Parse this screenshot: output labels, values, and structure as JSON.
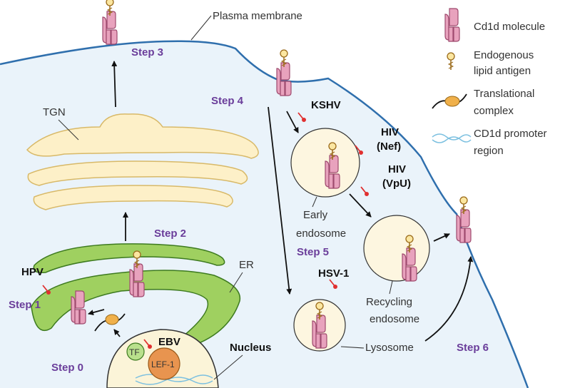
{
  "labels": {
    "plasma_membrane": "Plasma membrane",
    "tgn": "TGN",
    "er": "ER",
    "nucleus": "Nucleus",
    "tf": "TF",
    "lef1": "LEF-1",
    "early_endosome_1": "Early",
    "early_endosome_2": "endosome",
    "recycling_endosome_1": "Recycling",
    "recycling_endosome_2": "endosome",
    "lysosome": "Lysosome"
  },
  "steps": {
    "step0": "Step 0",
    "step1": "Step 1",
    "step2": "Step 2",
    "step3": "Step 3",
    "step4": "Step 4",
    "step5": "Step 5",
    "step6": "Step 6"
  },
  "viruses": {
    "hpv": "HPV",
    "ebv": "EBV",
    "kshv": "KSHV",
    "hiv_nef_1": "HIV",
    "hiv_nef_2": "(Nef)",
    "hiv_vpu_1": "HIV",
    "hiv_vpu_2": "(VpU)",
    "hsv1": "HSV-1"
  },
  "legend": {
    "cd1d": "Cd1d molecule",
    "lipid_1": "Endogenous",
    "lipid_2": "lipid antigen",
    "translational_1": "Translational",
    "translational_2": "complex",
    "promoter_1": "CD1d promoter",
    "promoter_2": "region"
  },
  "colors": {
    "membrane": "#2f6fad",
    "cytoplasm": "#eaf3fa",
    "tgn_fill": "#fdf0c8",
    "tgn_stroke": "#d8b968",
    "er_fill": "#9fd060",
    "er_stroke": "#3d7a1f",
    "nucleus_fill": "#fbf4d8",
    "vesicle_fill": "#fdf6e0",
    "cd1d_fill": "#e8a2bd",
    "cd1d_stroke": "#9e4a6e",
    "lipid_head": "#fbe6a0",
    "lipid_stroke": "#9a6a1a",
    "step_text": "#6a3d9a",
    "inhibitor": "#e03030",
    "tf_fill": "#b9e08c",
    "lef1_fill": "#e8944f",
    "ribosome": "#f0b04a",
    "dna": "#7cc0e0"
  },
  "icons": [
    "cd1d-molecule-icon",
    "lipid-antigen-icon",
    "translational-complex-icon",
    "promoter-dna-icon",
    "inhibitor-icon"
  ]
}
